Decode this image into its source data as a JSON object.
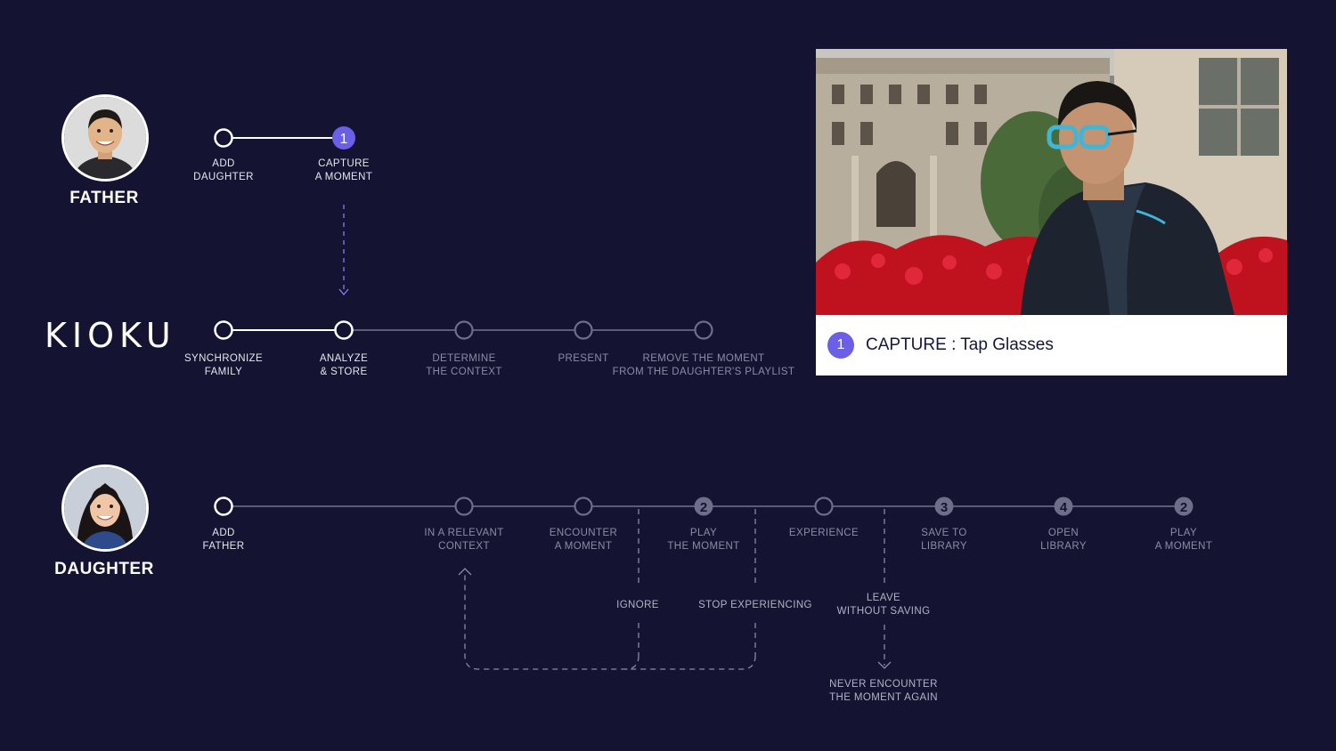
{
  "rows": {
    "father": {
      "role_label": "FATHER",
      "steps": [
        {
          "id": "add-daughter",
          "label": "ADD\nDAUGHTER",
          "state": "done"
        },
        {
          "id": "capture-moment",
          "number": "1",
          "label": "CAPTURE\nA MOMENT",
          "state": "active"
        }
      ]
    },
    "kioku": {
      "logo_text": "KIOKU",
      "steps": [
        {
          "id": "synchronize-family",
          "label": "SYNCHRONIZE\nFAMILY",
          "state": "done"
        },
        {
          "id": "analyze-store",
          "label": "ANALYZE\n& STORE",
          "state": "done"
        },
        {
          "id": "determine-context",
          "label": "DETERMINE\nTHE CONTEXT",
          "state": "pending"
        },
        {
          "id": "present",
          "label": "PRESENT",
          "state": "pending"
        },
        {
          "id": "remove-moment",
          "label": "REMOVE THE MOMENT\nFROM THE DAUGHTER'S PLAYLIST",
          "state": "pending"
        }
      ]
    },
    "daughter": {
      "role_label": "DAUGHTER",
      "steps": [
        {
          "id": "add-father",
          "label": "ADD\nFATHER",
          "state": "done"
        },
        {
          "id": "relevant-context",
          "label": "IN A RELEVANT\nCONTEXT",
          "state": "pending"
        },
        {
          "id": "encounter-moment",
          "label": "ENCOUNTER\nA MOMENT",
          "state": "pending"
        },
        {
          "id": "play-moment",
          "number": "2",
          "label": "PLAY\nTHE MOMENT",
          "state": "numbered"
        },
        {
          "id": "experience",
          "label": "EXPERIENCE",
          "state": "pending"
        },
        {
          "id": "save-to-library",
          "number": "3",
          "label": "SAVE TO\nLIBRARY",
          "state": "numbered"
        },
        {
          "id": "open-library",
          "number": "4",
          "label": "OPEN\nLIBRARY",
          "state": "numbered"
        },
        {
          "id": "play-moment-2",
          "number": "2",
          "label": "PLAY\nA MOMENT",
          "state": "numbered"
        }
      ],
      "branches": {
        "ignore": "IGNORE",
        "stop_experiencing": "STOP EXPERIENCING",
        "leave_without_saving": "LEAVE\nWITHOUT SAVING",
        "never_encounter": "NEVER ENCOUNTER\nTHE MOMENT AGAIN"
      }
    }
  },
  "video": {
    "step_number": "1",
    "caption": "CAPTURE : Tap Glasses"
  },
  "colors": {
    "background": "#141331",
    "accent": "#6b5fe8",
    "line_done": "#ffffff",
    "line_pending": "#5c5c78",
    "dashed": "#8a8aa8"
  }
}
